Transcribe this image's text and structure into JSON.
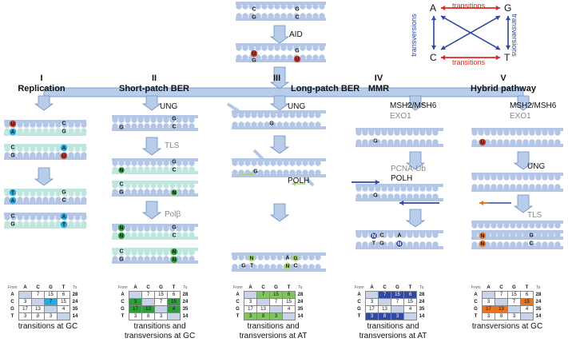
{
  "top": {
    "enzyme": "AID"
  },
  "legend": {
    "nodes": [
      "A",
      "G",
      "C",
      "T"
    ],
    "transitions_label": "transitions",
    "transversions_label": "transversions",
    "colors": {
      "transitions": "#d62c1f",
      "transversions": "#2f4aa0"
    }
  },
  "pathways": [
    {
      "numeral": "I",
      "name": "Replication",
      "caption": "transitions at GC"
    },
    {
      "numeral": "II",
      "name": "Short-patch BER",
      "caption": "transitions and transversions at GC"
    },
    {
      "numeral": "III",
      "name": "Long-patch BER",
      "caption": "transitions and transversions at AT"
    },
    {
      "numeral": "IV",
      "name": "MMR",
      "caption": "transitions and transversions at AT"
    },
    {
      "numeral": "V",
      "name": "Hybrid pathway",
      "caption": "transversions at GC"
    }
  ],
  "enzymes": {
    "ung": "UNG",
    "tls": "TLS",
    "polb": "Polβ",
    "polh": "POLH",
    "msh": "MSH2/MSH6",
    "exo1": "EXO1",
    "pcna": "PCNA-Ub"
  },
  "matrix": {
    "from_label": "From",
    "to_label": "To",
    "bases": [
      "A",
      "C",
      "G",
      "T"
    ],
    "cells": [
      [
        "",
        "7",
        "15",
        "6"
      ],
      [
        "3",
        "",
        "7",
        "15"
      ],
      [
        "17",
        "13",
        "",
        "4"
      ],
      [
        "3",
        "8",
        "3",
        ""
      ]
    ],
    "row_totals": [
      "28",
      "24",
      "35",
      "14"
    ]
  },
  "colors": {
    "strand": "#b3c6e5",
    "pale_strand": "#bfe6de",
    "arrow": "#b8cde9",
    "arrow_border": "#6d8fc7",
    "uracil": "#c0392b",
    "cyan": "#2aa9df",
    "green": "#2e9e3d",
    "lime": "#a6d96a",
    "navy": "#2f4aa0",
    "orange": "#e67422"
  }
}
